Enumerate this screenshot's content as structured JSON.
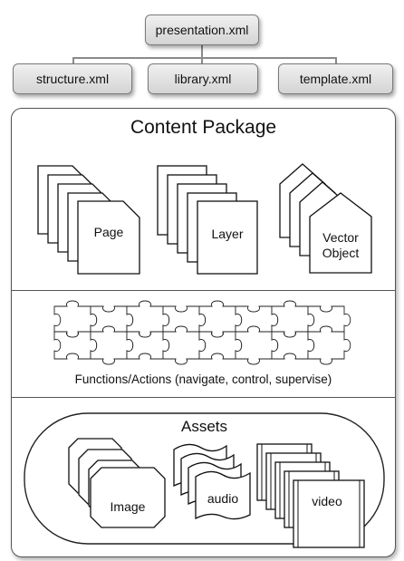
{
  "files": {
    "presentation": "presentation.xml",
    "structure": "structure.xml",
    "library": "library.xml",
    "template": "template.xml"
  },
  "package": {
    "title": "Content Package",
    "items": {
      "page": "Page",
      "layer": "Layer",
      "vector_line1": "Vector",
      "vector_line2": "Object"
    },
    "functions_label": "Functions/Actions (navigate, control, supervise)",
    "assets": {
      "title": "Assets",
      "image": "Image",
      "audio": "audio",
      "video": "video"
    }
  }
}
